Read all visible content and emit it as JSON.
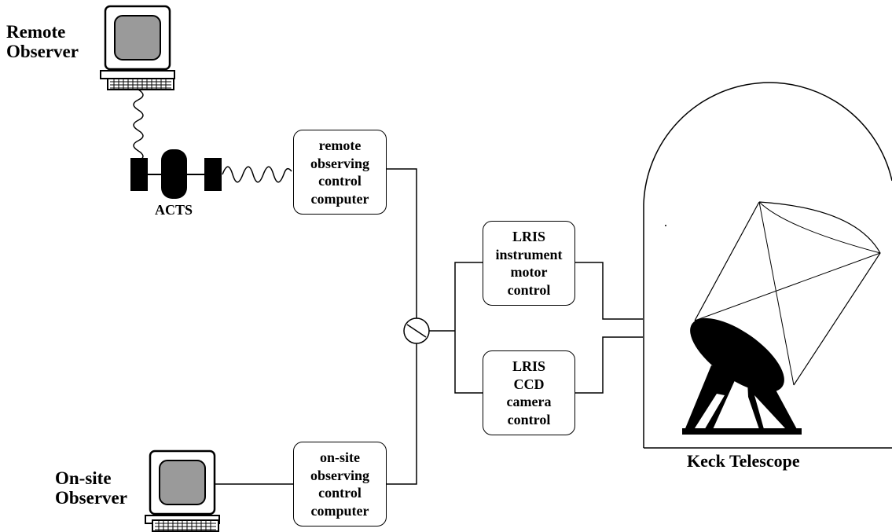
{
  "observers": {
    "remote": [
      "Remote",
      "Observer"
    ],
    "onsite": [
      "On-site",
      "Observer"
    ]
  },
  "satellite": {
    "label": "ACTS"
  },
  "boxes": {
    "remote_computer": [
      "remote",
      "observing",
      "control",
      "computer"
    ],
    "onsite_computer": [
      "on-site",
      "observing",
      "control",
      "computer"
    ],
    "lris_motor": [
      "LRIS",
      "instrument",
      "motor",
      "control"
    ],
    "lris_ccd": [
      "LRIS",
      "CCD",
      "camera",
      "control"
    ]
  },
  "telescope": {
    "label": "Keck Telescope"
  },
  "icons": {
    "terminal": "computer-terminal-icon",
    "satellite": "satellite-icon",
    "switch": "switch-icon",
    "telescope": "telescope-icon"
  }
}
